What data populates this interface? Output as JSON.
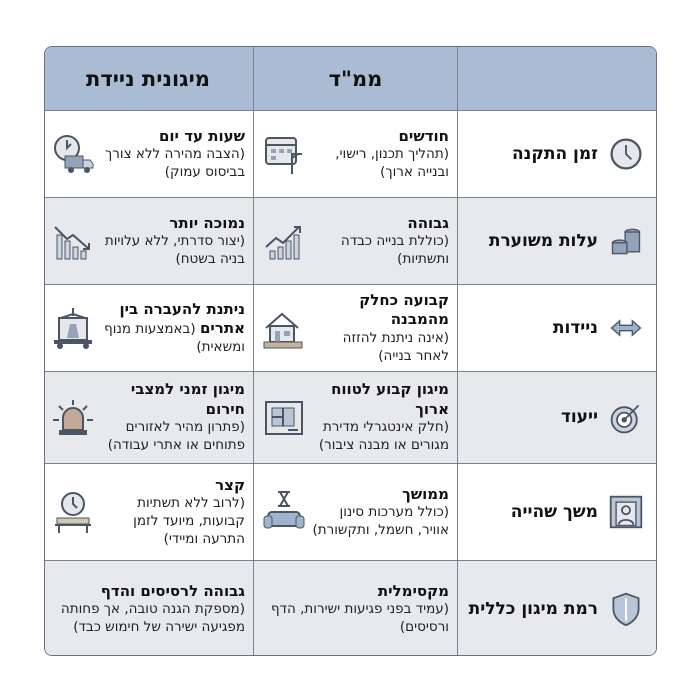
{
  "header": {
    "criterion": "",
    "fixed": "ממ\"ד",
    "mobile": "מיגונית ניידת"
  },
  "rows": [
    {
      "criterion": "זמן התקנה",
      "criterion_icon": "clock-icon",
      "fixed": {
        "title": "חודשים",
        "desc": "(תהליך תכנון, רישוי, ובנייה ארוך)",
        "icon": "calendar-crane-icon"
      },
      "mobile": {
        "title": "שעות עד יום",
        "desc": "(הצבה מהירה ללא צורך בביסוס עמוק)",
        "icon": "stopwatch-truck-icon"
      }
    },
    {
      "criterion": "עלות משוערת",
      "criterion_icon": "coins-icon",
      "fixed": {
        "title": "גבוהה",
        "desc": "(כוללת בנייה כבדה ותשתיות)",
        "icon": "chart-up-icon"
      },
      "mobile": {
        "title": "נמוכה יותר",
        "desc": "(יצור סדרתי, ללא עלויות בניה בשטח)",
        "icon": "chart-down-icon"
      }
    },
    {
      "criterion": "ניידות",
      "criterion_icon": "double-arrow-icon",
      "fixed": {
        "title": "קבועה כחלק מהמבנה",
        "desc": "(אינה ניתנת להזזה לאחר בנייה)",
        "icon": "house-icon"
      },
      "mobile": {
        "title": "ניתנת להעברה בין אתרים",
        "desc": "(באמצעות מנוף ומשאית)",
        "icon": "shelter-on-trailer-icon",
        "inline": true
      }
    },
    {
      "criterion": "ייעוד",
      "criterion_icon": "target-icon",
      "fixed": {
        "title": "מיגון קבוע לטווח ארוך",
        "desc": "(חלק אינטגרלי מדירת מגורים או מבנה ציבור)",
        "icon": "blueprint-icon"
      },
      "mobile": {
        "title": "מיגון זמני למצבי חירום",
        "desc": "(פתרון מהיר לאזורים פתוחים או אתרי עבודה)",
        "icon": "siren-icon"
      }
    },
    {
      "criterion": "משך שהייה",
      "criterion_icon": "person-frame-icon",
      "fixed": {
        "title": "ממושך",
        "desc": "(כולל מערכות סינון אוויר, חשמל, ותקשורת)",
        "icon": "hourglass-sofa-icon"
      },
      "mobile": {
        "title": "קצר",
        "desc": "(לרוב ללא תשתיות קבועות, מיועד לזמן התרעה ומיידי)",
        "icon": "stopwatch-bench-icon"
      }
    },
    {
      "criterion": "רמת מיגון כללית",
      "criterion_icon": "shield-icon",
      "fixed": {
        "title": "מקסימלית",
        "desc": "(עמיד בפני פגיעות ישירות, הדף ורסיסים)",
        "icon": ""
      },
      "mobile": {
        "title": "גבוהה לרסיסים והדף",
        "desc": "(מספקת הגנה טובה, אך פחותה מפגיעה ישירה של חימוש כבד)",
        "icon": ""
      }
    }
  ]
}
